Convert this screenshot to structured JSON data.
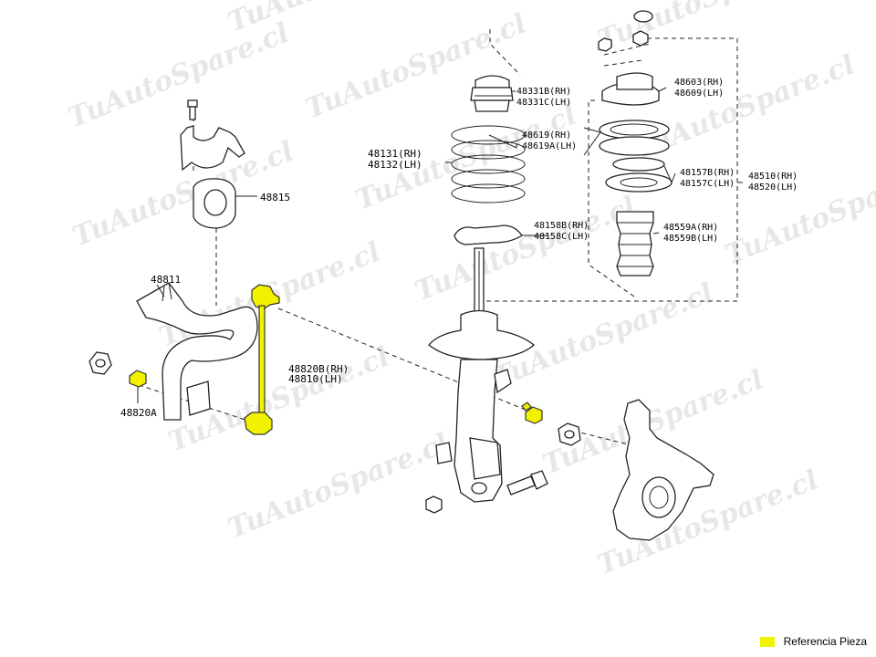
{
  "watermark": "TuAutoSpare.cl",
  "legend": {
    "label": "Referencia Pieza",
    "color": "#f2f200"
  },
  "highlight_color": "#f2f200",
  "labels": {
    "p48815": "48815",
    "p48811": "48811",
    "p48820B": "48820B(RH)",
    "p48810": "48810(LH)",
    "p48820A": "48820A",
    "p48131": "48131(RH)",
    "p48132": "48132(LH)",
    "p48331B": "48331B(RH)",
    "p48331C": "48331C(LH)",
    "p48619": "48619(RH)",
    "p48619A": "48619A(LH)",
    "p48158B": "48158B(RH)",
    "p48158C": "48158C(LH)",
    "p48603": "48603(RH)",
    "p48609": "48609(LH)",
    "p48157B": "48157B(RH)",
    "p48157C": "48157C(LH)",
    "p48559A": "48559A(RH)",
    "p48559B": "48559B(LH)",
    "p48510": "48510(RH)",
    "p48520": "48520(LH)"
  }
}
